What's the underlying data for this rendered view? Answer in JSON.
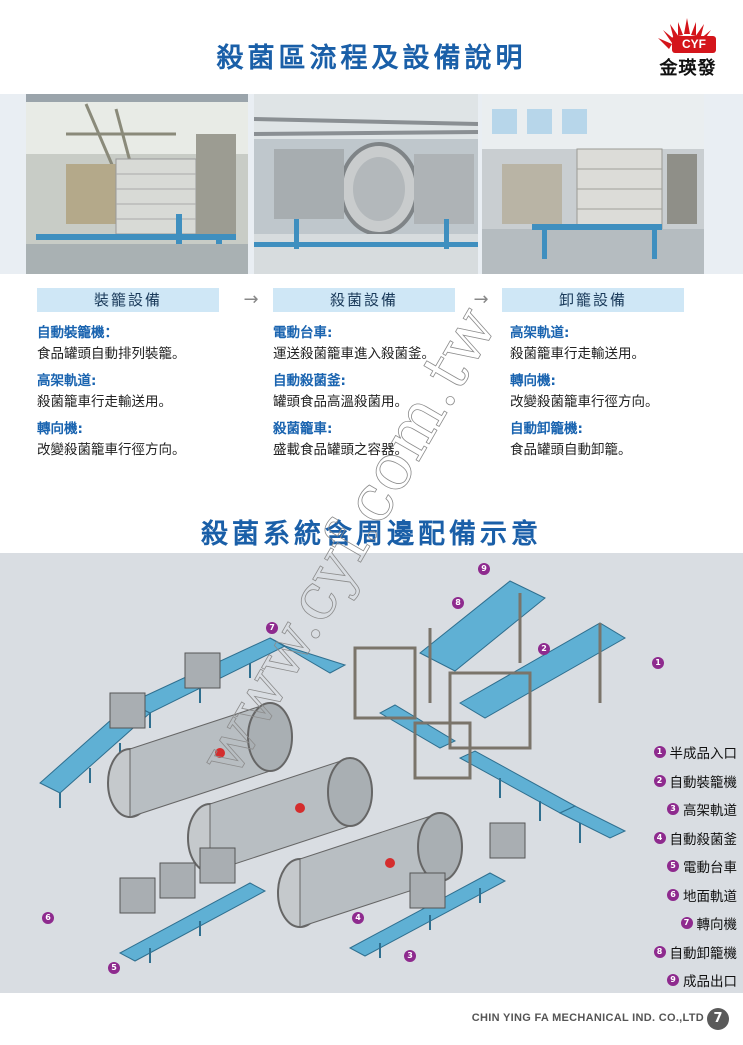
{
  "titles": {
    "top": "殺菌區流程及設備說明",
    "middle": "殺菌系統含周邊配備示意"
  },
  "logo": {
    "badge": "CYF",
    "name": "金瑛發"
  },
  "steps": [
    {
      "header": "裝籠設備",
      "items": [
        {
          "name": "自動裝籠機：",
          "desc": "食品罐頭自動排列裝籠。"
        },
        {
          "name": "高架軌道:",
          "desc": "殺菌籠車行走輸送用。"
        },
        {
          "name": "轉向機:",
          "desc": "改變殺菌籠車行徑方向。"
        }
      ]
    },
    {
      "header": "殺菌設備",
      "items": [
        {
          "name": "電動台車:",
          "desc": "運送殺菌籠車進入殺菌釜。"
        },
        {
          "name": "自動殺菌釜:",
          "desc": "罐頭食品高溫殺菌用。"
        },
        {
          "name": "殺菌籠車:",
          "desc": "盛載食品罐頭之容器。"
        }
      ]
    },
    {
      "header": "卸籠設備",
      "items": [
        {
          "name": "高架軌道:",
          "desc": "殺菌籠車行走輸送用。"
        },
        {
          "name": "轉向機:",
          "desc": "改變殺菌籠車行徑方向。"
        },
        {
          "name": "自動卸籠機:",
          "desc": "食品罐頭自動卸籠。"
        }
      ]
    }
  ],
  "arrows": [
    "→",
    "→"
  ],
  "legend": [
    {
      "num": "1",
      "label": "半成品入口"
    },
    {
      "num": "2",
      "label": "自動裝籠機"
    },
    {
      "num": "3",
      "label": "高架軌道"
    },
    {
      "num": "4",
      "label": "自動殺菌釜"
    },
    {
      "num": "5",
      "label": "電動台車"
    },
    {
      "num": "6",
      "label": "地面軌道"
    },
    {
      "num": "7",
      "label": "轉向機"
    },
    {
      "num": "8",
      "label": "自動卸籠機"
    },
    {
      "num": "9",
      "label": "成品出口"
    }
  ],
  "watermark": "www.cyf.com.tw",
  "footer": {
    "company": "CHIN YING FA MECHANICAL IND. CO.,LTD",
    "page": "7"
  },
  "colors": {
    "title_blue": "#1a5fa8",
    "step_bg": "#cfe7f6",
    "item_blue": "#1a64b0",
    "callout_purple": "#8e2a8e",
    "rail_cyan": "#4aa3c8",
    "diagram_bg": "#d9dde2"
  }
}
